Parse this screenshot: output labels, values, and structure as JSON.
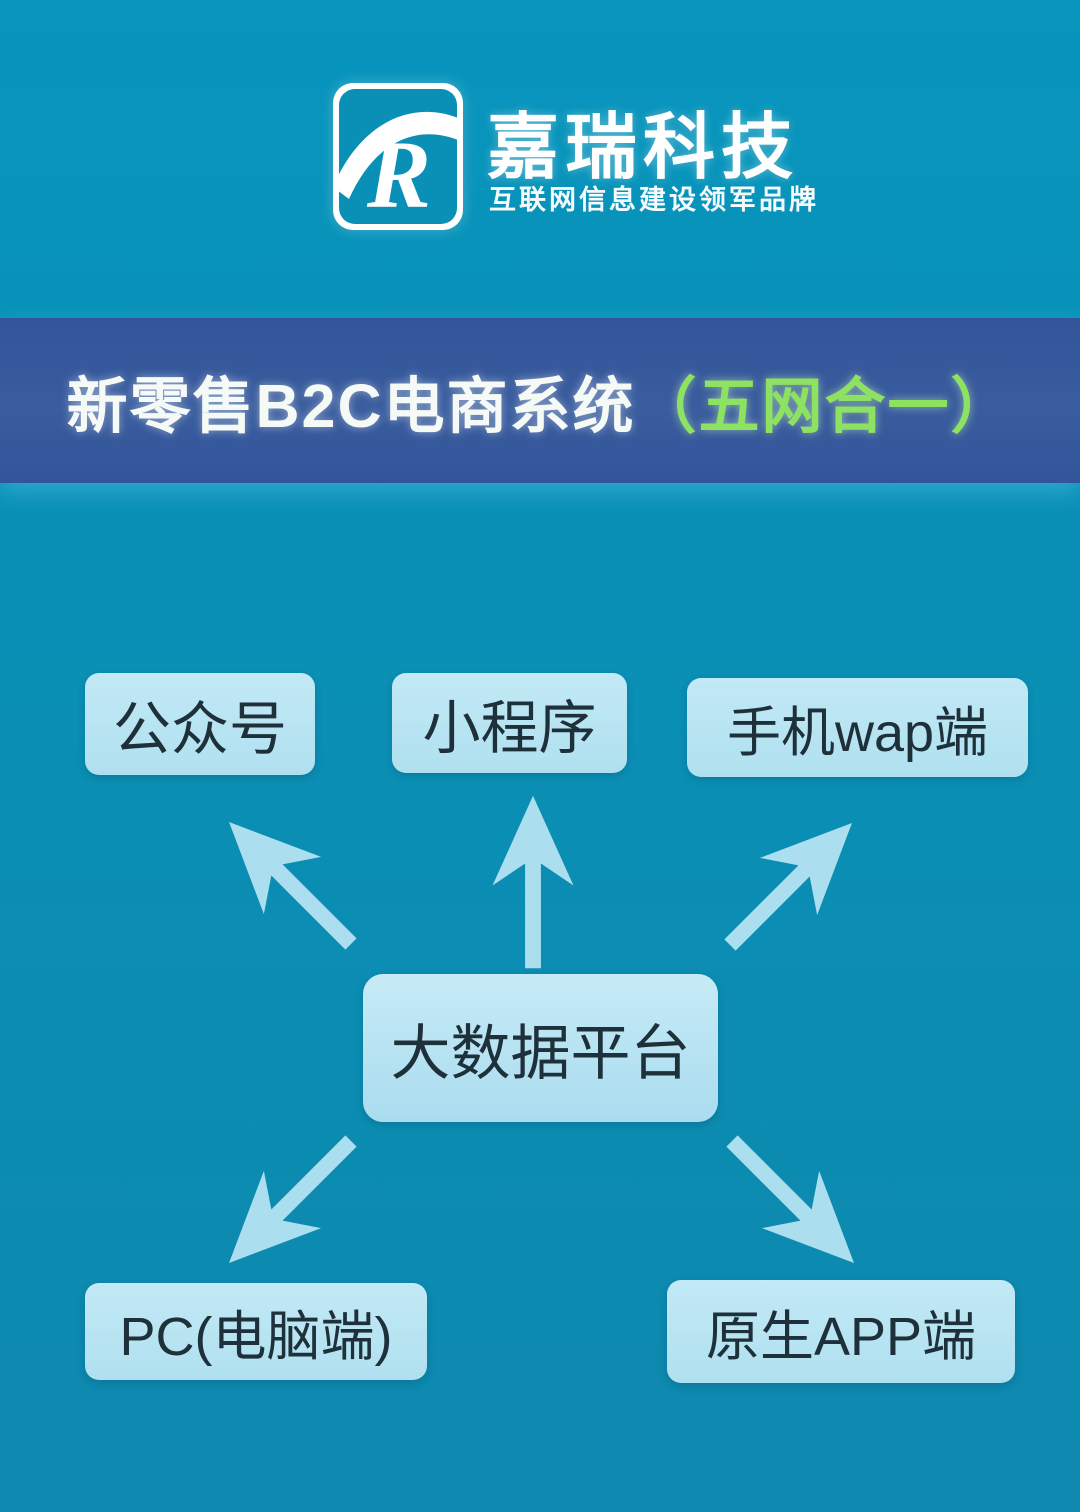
{
  "brand": {
    "name": "嘉瑞科技",
    "tagline": "互联网信息建设领军品牌",
    "logo_letter": "R"
  },
  "banner": {
    "title_main": "新零售B2C电商系统",
    "title_highlight": "（五网合一）"
  },
  "diagram": {
    "center": {
      "label": "大数据平台"
    },
    "nodes": [
      {
        "id": "public-account",
        "label": "公众号"
      },
      {
        "id": "mini-program",
        "label": "小程序"
      },
      {
        "id": "mobile-wap",
        "label": "手机wap端"
      },
      {
        "id": "pc-client",
        "label": "PC(电脑端)"
      },
      {
        "id": "native-app",
        "label": "原生APP端"
      }
    ],
    "arrow_directions": [
      "up-left",
      "up",
      "up-right",
      "down-left",
      "down-right"
    ]
  },
  "colors": {
    "background_teal": "#0a90b6",
    "banner_blue": "#37599c",
    "highlight_green": "#8de261",
    "node_fill": "#b6e3f2",
    "node_text": "#1e3039",
    "arrow_fill": "#abdeee",
    "brand_white": "#ffffff"
  }
}
